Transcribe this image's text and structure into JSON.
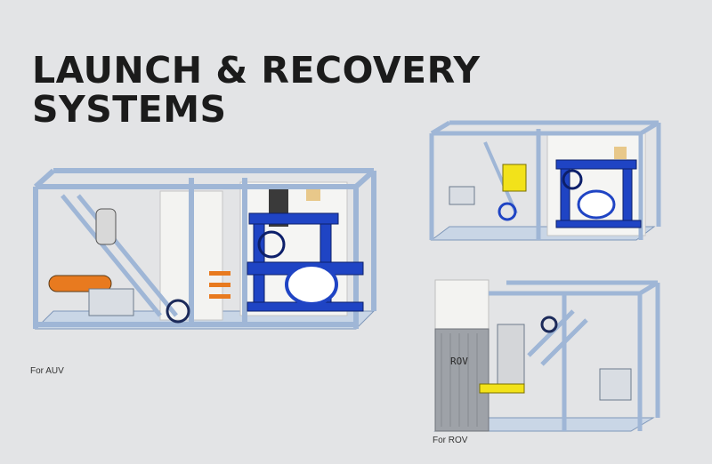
{
  "title": {
    "line1": "LAUNCH & RECOVERY",
    "line2": "SYSTEMS"
  },
  "illustrations": [
    {
      "caption": "For AUV",
      "icon": "auv-lars-illustration"
    },
    {
      "caption": "For ROV",
      "icon": "rov-lars-illustration",
      "container_marking": "ROV"
    }
  ],
  "colors": {
    "background": "#e3e4e6",
    "frame": "#b9cde6",
    "frame_edge": "#7e97b9",
    "machinery_blue": "#1f44c4",
    "accent_orange": "#e87a1f",
    "accent_yellow": "#f2e21a",
    "container_white": "#f3f3f1",
    "container_grey": "#9ea2a8"
  }
}
